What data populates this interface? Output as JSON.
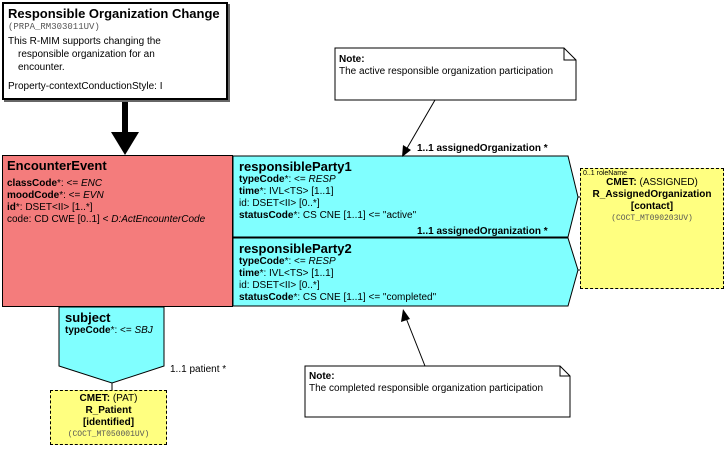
{
  "title_box": {
    "title": "Responsible Organization Change",
    "id": "(PRPA_RM303011UV)",
    "description_lines": [
      "This R-MIM supports changing the",
      "responsible organization for an",
      "encounter."
    ],
    "property": "Property-contextConductionStyle: I"
  },
  "encounter_event": {
    "name": "EncounterEvent",
    "attributes": [
      {
        "name": "classCode",
        "rest": "*: <= ",
        "value": "ENC"
      },
      {
        "name": "moodCode",
        "rest": "*: <= ",
        "value": "EVN"
      },
      {
        "name": "id",
        "rest": "*: DSET<II> [1..*]",
        "value": ""
      }
    ],
    "code_line": "code: CD CWE [0..1] < ",
    "code_value": "D:ActEncounterCode"
  },
  "responsible_party_1": {
    "name": "responsibleParty1",
    "type_code": {
      "name": "typeCode",
      "rest": "*: <= ",
      "value": "RESP"
    },
    "time": {
      "name": "time",
      "rest": "*: IVL<TS> [1..1]"
    },
    "id_line": "id: DSET<II> [0..*]",
    "status_code": {
      "name": "statusCode",
      "rest": "*: CS CNE [1..1] <= \"active\""
    }
  },
  "responsible_party_2": {
    "name": "responsibleParty2",
    "type_code": {
      "name": "typeCode",
      "rest": "*: <= ",
      "value": "RESP"
    },
    "time": {
      "name": "time",
      "rest": "*: IVL<TS> [1..1]"
    },
    "id_line": "id: DSET<II> [0..*]",
    "status_code": {
      "name": "statusCode",
      "rest": "*: CS CNE [1..1] <= \"completed\""
    }
  },
  "subject": {
    "name": "subject",
    "type_code": {
      "name": "typeCode",
      "rest": "*: <= ",
      "value": "SBJ"
    }
  },
  "labels": {
    "assigned_org_1": "1..1 assignedOrganization  *",
    "assigned_org_2": "1..1 assignedOrganization  *",
    "patient": "1..1 patient  *",
    "role_name": "0..1 roleName"
  },
  "note_1": {
    "heading": "Note:",
    "text": "The active responsible organization participation"
  },
  "note_2": {
    "heading": "Note:",
    "text": "The completed responsible organization participation"
  },
  "cmet_org": {
    "cmet_label": "CMET:",
    "cmet_kind": " (ASSIGNED)",
    "name": "R_AssignedOrganization",
    "flavor": "[contact]",
    "id": "(COCT_MT090203UV)"
  },
  "cmet_patient": {
    "cmet_label": "CMET:",
    "cmet_kind": " (PAT)",
    "name": "R_Patient",
    "flavor": "[identified]",
    "id": "(COCT_MT050001UV)"
  },
  "colors": {
    "act": "#f47c7c",
    "participation": "#80ffff",
    "cmet": "#ffff80"
  }
}
